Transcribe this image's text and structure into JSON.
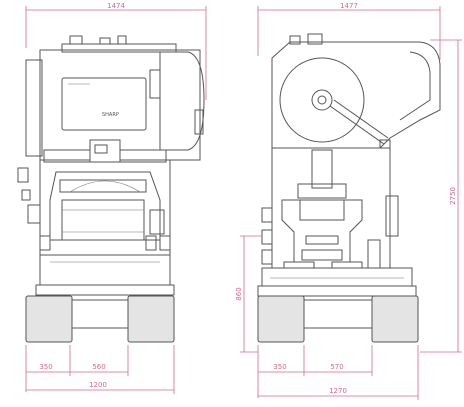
{
  "front_view": {
    "overall_width": "1474",
    "foot_offset": "350",
    "foot_gap": "560",
    "base_width": "1200",
    "nameplate_text": "SHARP"
  },
  "side_view": {
    "overall_depth": "1477",
    "overall_height": "2750",
    "bed_height": "860",
    "foot_offset": "350",
    "foot_gap": "570",
    "base_depth": "1270"
  },
  "colors": {
    "dimension_lines": "#d26a8a",
    "outline": "#555555"
  }
}
